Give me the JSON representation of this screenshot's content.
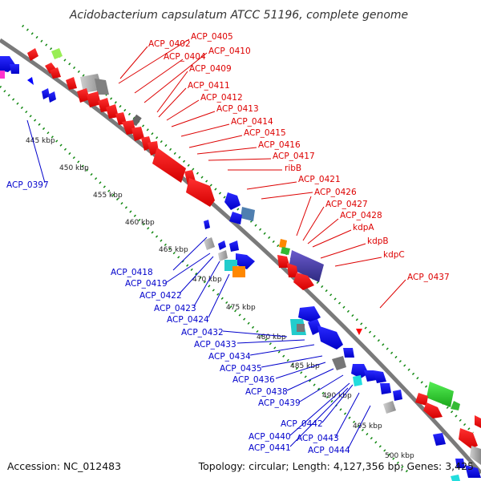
{
  "title": "Acidobacterium capsulatum ATCC 51196, complete genome",
  "footer": {
    "accession": "Accession: NC_012483",
    "summary": "Topology: circular; Length: 4,127,356 bp; Genes: 3,425"
  },
  "colors": {
    "forward_label": "#dd0000",
    "reverse_label": "#0000cc",
    "backbone": "#8a8a8a",
    "tick_dots": "#118811",
    "forward_cds": "#ff0000",
    "reverse_cds": "#0000ff"
  },
  "kbp_ticks": [
    "445 kbp",
    "450 kbp",
    "455 kbp",
    "460 kbp",
    "465 kbp",
    "470 kbp",
    "475 kbp",
    "480 kbp",
    "485 kbp",
    "490 kbp",
    "495 kbp",
    "500 kbp"
  ],
  "forward_labels": [
    "ACP_0405",
    "ACP_0402",
    "ACP_0410",
    "ACP_0404",
    "ACP_0409",
    "ACP_0411",
    "ACP_0412",
    "ACP_0413",
    "ACP_0414",
    "ACP_0415",
    "ACP_0416",
    "ACP_0417",
    "ribB",
    "ACP_0421",
    "ACP_0426",
    "ACP_0427",
    "ACP_0428",
    "kdpA",
    "kdpB",
    "kdpC",
    "ACP_0437"
  ],
  "reverse_labels": [
    "ACP_0397",
    "ACP_0418",
    "ACP_0419",
    "ACP_0422",
    "ACP_0423",
    "ACP_0424",
    "ACP_0432",
    "ACP_0433",
    "ACP_0434",
    "ACP_0435",
    "ACP_0436",
    "ACP_0438",
    "ACP_0439",
    "ACP_0442",
    "ACP_0440",
    "ACP_0443",
    "ACP_0441",
    "ACP_0444"
  ]
}
